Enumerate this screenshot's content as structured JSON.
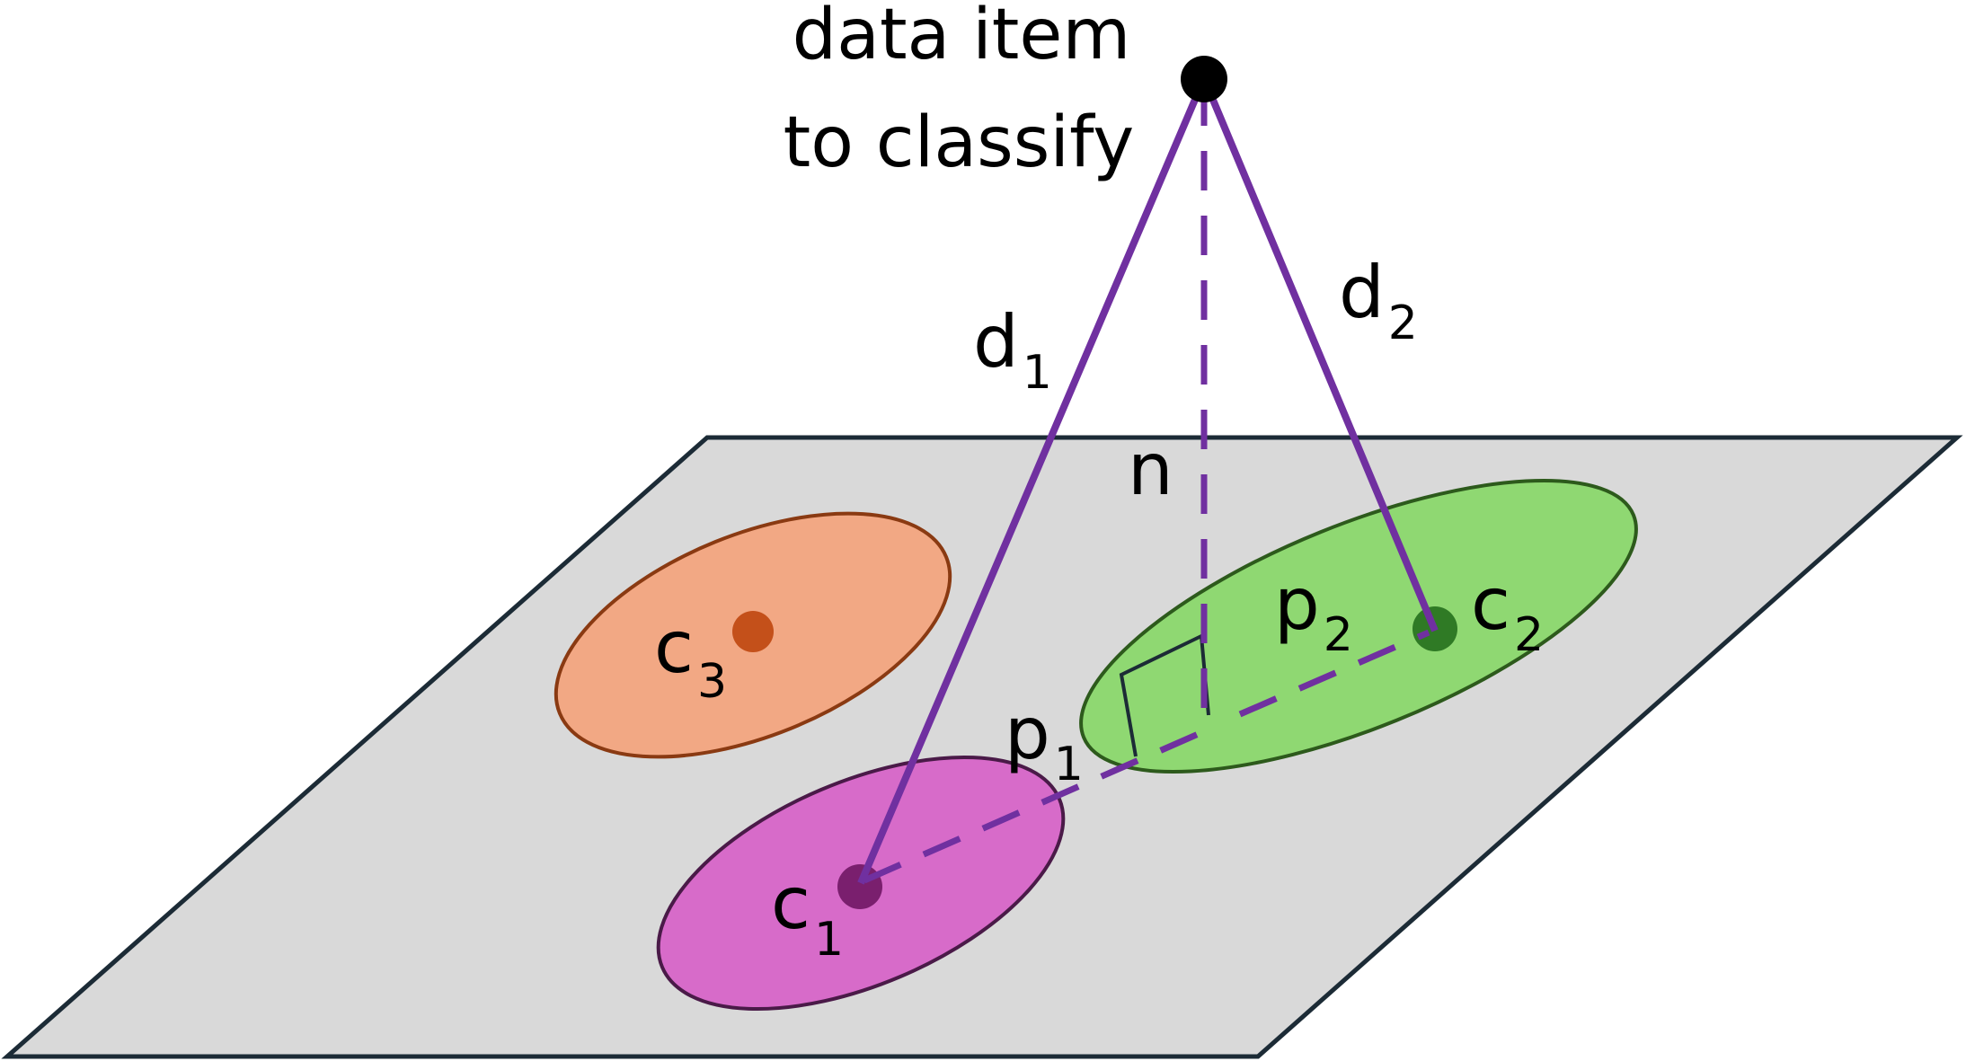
{
  "title": {
    "line1": "data item",
    "line2": "to classify"
  },
  "labels": {
    "d1": {
      "base": "d",
      "sub": "1"
    },
    "d2": {
      "base": "d",
      "sub": "2"
    },
    "n": "n",
    "p1": {
      "base": "p",
      "sub": "1"
    },
    "p2": {
      "base": "p",
      "sub": "2"
    },
    "c1": {
      "base": "c",
      "sub": "1"
    },
    "c2": {
      "base": "c",
      "sub": "2"
    },
    "c3": {
      "base": "c",
      "sub": "3"
    }
  },
  "colors": {
    "plane_fill": "#d9d9d9",
    "plane_stroke": "#1c2b36",
    "line": "#7030a0",
    "cluster1_fill": "#d76bc9",
    "cluster1_stroke": "#4a1a48",
    "cluster1_center": "#7a1f6e",
    "cluster2_fill": "#8fd872",
    "cluster2_stroke": "#2d5a1c",
    "cluster2_center": "#2f7a25",
    "cluster3_fill": "#f2a884",
    "cluster3_stroke": "#8a3a12",
    "cluster3_center": "#c4501a",
    "point": "#000000"
  }
}
